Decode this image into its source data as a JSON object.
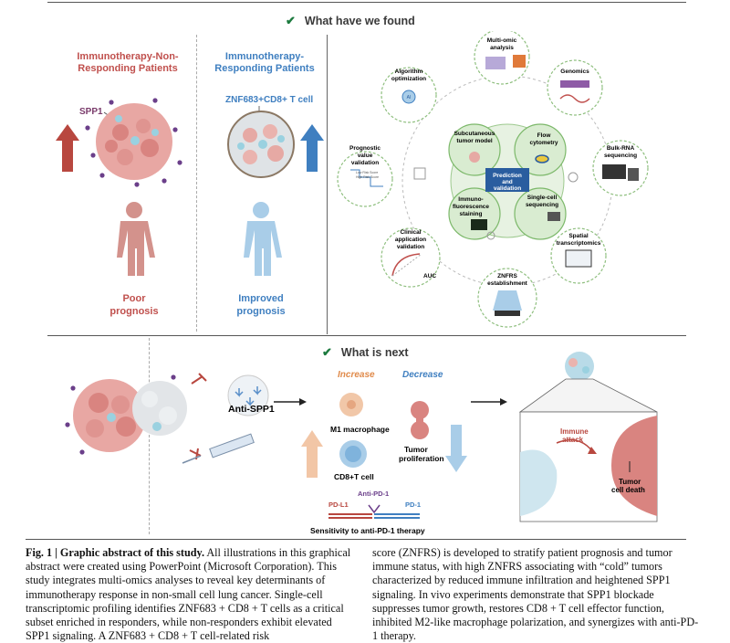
{
  "top": {
    "heading": "What have we found",
    "non_responding_title": "Immunotherapy-Non-Responding Patients",
    "responding_title": "Immunotherapy-Responding Patients",
    "spp1_label": "SPP1",
    "znf_label": "ZNF683+CD8+ T cell",
    "poor_prognosis": "Poor prognosis",
    "improved_prognosis": "Improved prognosis"
  },
  "wheel": {
    "center": "Prediction and validation",
    "inner": [
      {
        "label": "Subcutaneous tumor model"
      },
      {
        "label": "Flow cytometry"
      },
      {
        "label": "Immuno-fluorescence staining"
      },
      {
        "label": "Single-cell sequencing"
      }
    ],
    "outer": [
      {
        "label": "Multi-omic analysis"
      },
      {
        "label": "Genomics"
      },
      {
        "label": "Bulk-RNA sequencing"
      },
      {
        "label": "Spatial transcriptomics"
      },
      {
        "label": "ZNFRS establishment"
      },
      {
        "label": "Clinical application validation"
      },
      {
        "label": "Prognostic value validation"
      },
      {
        "label": "Algorithm optimization"
      }
    ],
    "auc_label": "AUC",
    "km_low": "Low Risk Score",
    "km_high": "High Risk Score",
    "ai_label": "AI"
  },
  "bottom": {
    "heading": "What is next",
    "anti_spp1": "Anti-SPP1",
    "increase": "Increase",
    "decrease": "Decrease",
    "m1": "M1 macrophage",
    "cd8": "CD8+T cell",
    "tumor_prolif": "Tumor proliferation",
    "anti_pd1": "Anti-PD-1",
    "pdl1": "PD-L1",
    "pd1": "PD-1",
    "sensitivity": "Sensitivity to anti-PD-1 therapy",
    "immune_attack": "Immune attack",
    "tumor_death": "Tumor cell death"
  },
  "caption": {
    "fig": "Fig. 1 | Graphic abstract of this study.",
    "left": " All illustrations in this graphical abstract were created using PowerPoint (Microsoft Corporation). This study integrates multi-omics analyses to reveal key determinants of immunotherapy response in non-small cell lung cancer. Single-cell transcriptomic profiling identifies ZNF683 + CD8 + T cells as a critical subset enriched in responders, while non-responders exhibit elevated SPP1 signaling. A ZNF683 + CD8 + T cell-related risk",
    "right": "score (ZNFRS) is developed to stratify patient prognosis and tumor immune status, with high ZNFRS associating with “cold” tumors characterized by reduced immune infiltration and heightened SPP1 signaling. In vivo experiments demonstrate that SPP1 blockade suppresses tumor growth, restores CD8 + T cell effector function, inhibited M2-like macrophage polarization, and synergizes with anti-PD-1 therapy."
  },
  "colors": {
    "red": "#c0504d",
    "blue": "#3f7fc0",
    "green": "#7cb86a",
    "check": "#1c7a3e"
  }
}
